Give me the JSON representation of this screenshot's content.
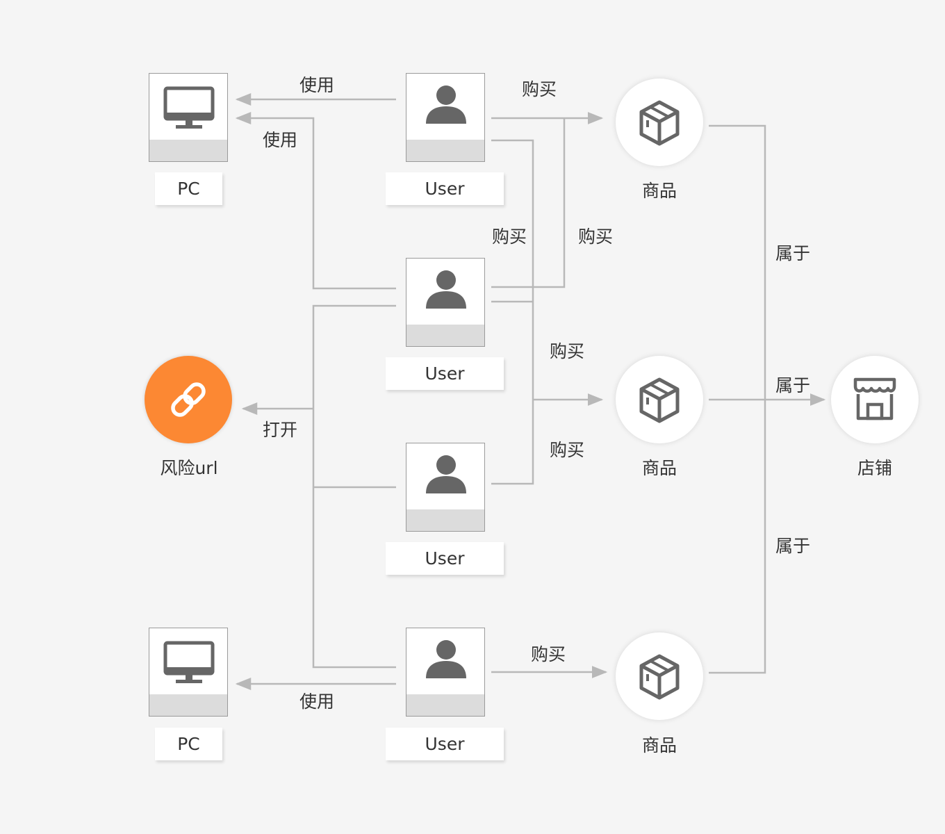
{
  "nodes": {
    "pc_top": {
      "label": "PC",
      "icon": "monitor-icon"
    },
    "pc_bottom": {
      "label": "PC",
      "icon": "monitor-icon"
    },
    "user_1": {
      "label": "User",
      "icon": "person-icon"
    },
    "user_2": {
      "label": "User",
      "icon": "person-icon"
    },
    "user_3": {
      "label": "User",
      "icon": "person-icon"
    },
    "user_4": {
      "label": "User",
      "icon": "person-icon"
    },
    "product_1": {
      "label": "商品",
      "icon": "box-icon"
    },
    "product_2": {
      "label": "商品",
      "icon": "box-icon"
    },
    "product_3": {
      "label": "商品",
      "icon": "box-icon"
    },
    "store": {
      "label": "店铺",
      "icon": "store-icon"
    },
    "risk_url": {
      "label": "风险url",
      "icon": "link-icon",
      "color": "#fc8833"
    }
  },
  "edge_labels": {
    "use_1": "使用",
    "use_2": "使用",
    "use_3": "使用",
    "buy_1": "购买",
    "buy_2": "购买",
    "buy_3": "购买",
    "buy_4": "购买",
    "buy_5": "购买",
    "buy_6": "购买",
    "belong_1": "属于",
    "belong_2": "属于",
    "belong_3": "属于",
    "open": "打开"
  },
  "colors": {
    "edge": "#b8b8b8",
    "icon": "#666666",
    "risk": "#fc8833",
    "background": "#f5f5f5"
  }
}
